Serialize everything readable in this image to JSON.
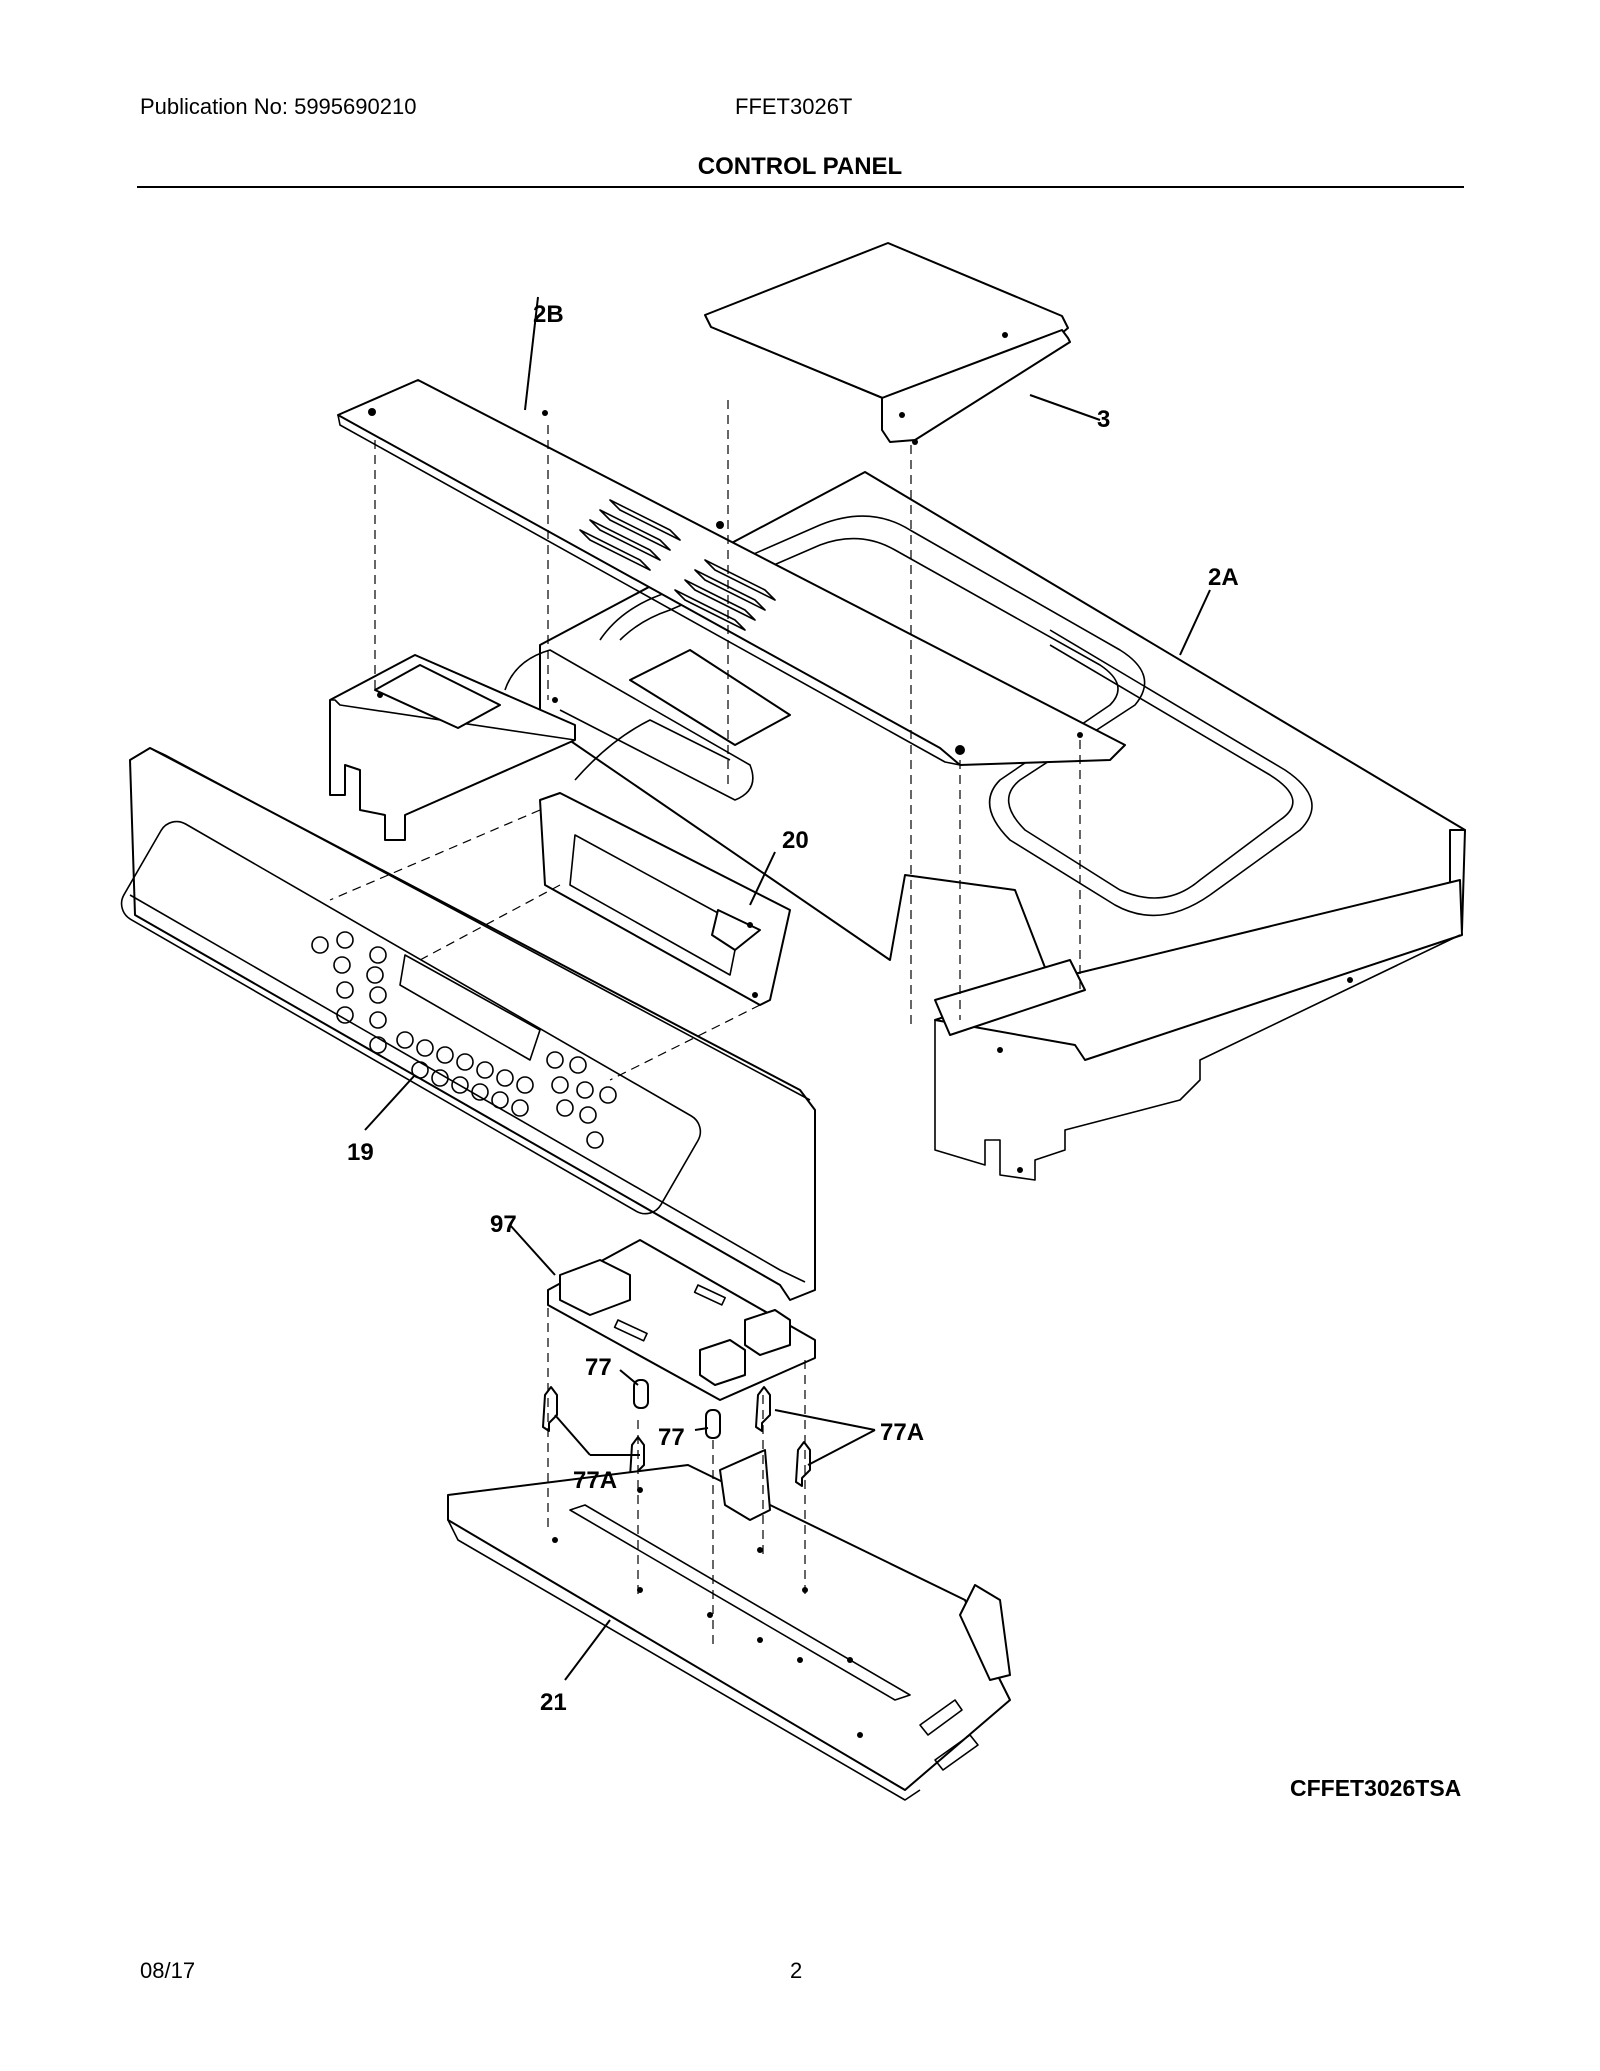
{
  "header": {
    "publication": "Publication No:  5995690210",
    "model": "FFET3026T",
    "title": "CONTROL PANEL"
  },
  "callouts": {
    "p2B": "2B",
    "p3": "3",
    "p2A": "2A",
    "p20": "20",
    "p19": "19",
    "p97": "97",
    "p77a": "77",
    "p77b": "77",
    "p77A_left": "77A",
    "p77A_right": "77A",
    "p21": "21"
  },
  "diagram_code": "CFFET3026TSA",
  "footer": {
    "date": "08/17",
    "page": "2"
  }
}
